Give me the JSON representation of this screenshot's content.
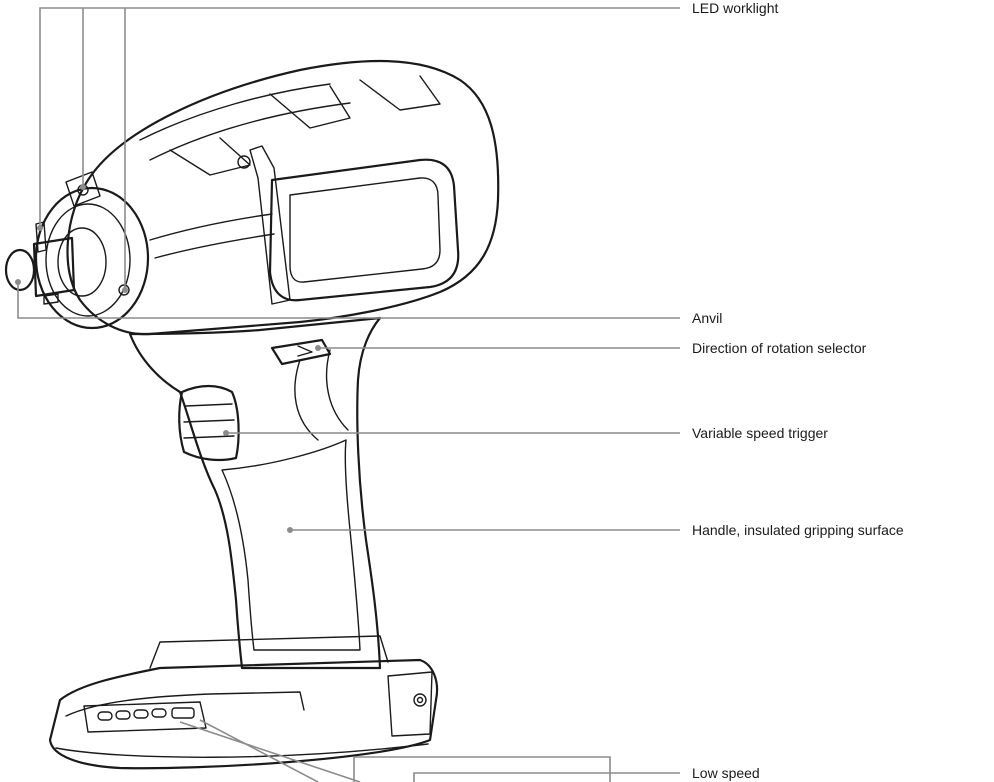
{
  "labels": {
    "led_worklight": "LED worklight",
    "anvil": "Anvil",
    "direction_selector": "Direction of rotation selector",
    "variable_speed_trigger": "Variable speed trigger",
    "handle": "Handle, insulated gripping surface",
    "low_speed": "Low speed"
  },
  "colors": {
    "line_art": "#1a1a1a",
    "leader_lines": "#8c8c8c",
    "background": "#ffffff"
  }
}
